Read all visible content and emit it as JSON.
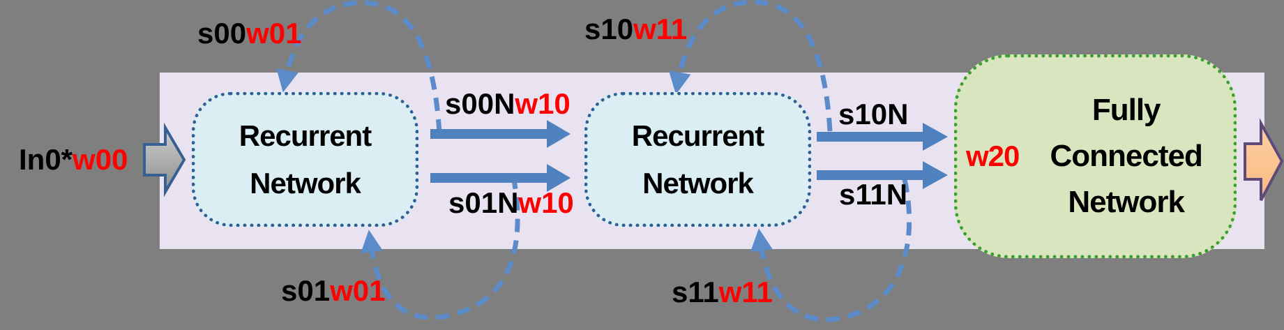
{
  "diagram": {
    "title": "recurrent-network-pipeline",
    "background": "#7F7F7F",
    "panel_color": "#E9E3F1",
    "colors": {
      "rnn_fill": "#DAEEF4",
      "rnn_border": "#2E6093",
      "fcn_fill": "#D8E5BE",
      "fcn_border": "#3BA030",
      "solid_arrow_blue": "#4E81BD",
      "feedback_arrow_blue": "#5B8CC9",
      "input_arrow_fill": "#B0B0B0",
      "input_arrow_border": "#376092",
      "output_arrow_fill": "#FBC291",
      "output_arrow_border": "#5E4979",
      "label_black": "#000000",
      "label_red": "#FF0000"
    },
    "nodes": {
      "rnn1": {
        "lines": [
          "Recurrent",
          "Network"
        ]
      },
      "rnn2": {
        "lines": [
          "Recurrent",
          "Network"
        ]
      },
      "fcn": {
        "lines": [
          "Fully",
          "Connected",
          "Network"
        ]
      }
    },
    "labels": {
      "input": {
        "black": "In0*",
        "red": "w00"
      },
      "fb_top_left": {
        "black": "s00",
        "red": "w01"
      },
      "fb_bottom_left": {
        "black": "s01",
        "red": "w01"
      },
      "fb_top_mid": {
        "black": "s10",
        "red": "w11"
      },
      "fb_bottom_mid": {
        "black": "s11",
        "red": "w11"
      },
      "sig_top_left": {
        "black": "s00N",
        "red": "w10"
      },
      "sig_bottom_left": {
        "black": "s01N",
        "red": "w10"
      },
      "sig_top_right": {
        "black": "s10N",
        "red": ""
      },
      "sig_bottom_right": {
        "black": "s11N",
        "red": ""
      },
      "fcn_weight": {
        "black": "",
        "red": "w20"
      }
    }
  }
}
